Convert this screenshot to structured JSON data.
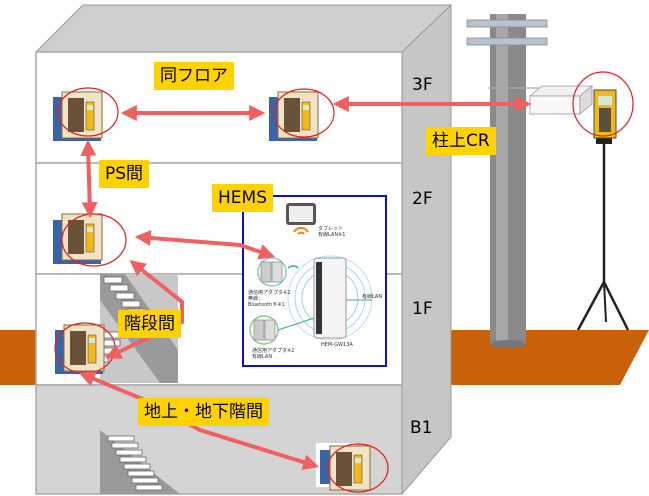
{
  "floors": {
    "f3": "3F",
    "f2": "2F",
    "f1": "1F",
    "b1": "B1"
  },
  "tags": {
    "same_floor": "同フロア",
    "ps": "PS間",
    "hems": "HEMS",
    "pole_cr": "柱上CR",
    "stairs": "階段間",
    "underground": "地上・地下階間"
  },
  "hems_box": {
    "tablet_label": "タブレット\n有線LAN※1",
    "adapter_bt": "通信用アダプタ※2\n無線：\nBluetooth®※1",
    "adapter_lan": "通信用アダプタ※2\n有線LAN",
    "gateway_model": "HEM-GW13A",
    "wire_label": "有線LAN"
  },
  "colors": {
    "arrow": "#f06060",
    "tag_bg": "#ffd200",
    "hems_border": "#1010c8",
    "ground": "#c8610a",
    "pole": "#8a8a8a"
  }
}
